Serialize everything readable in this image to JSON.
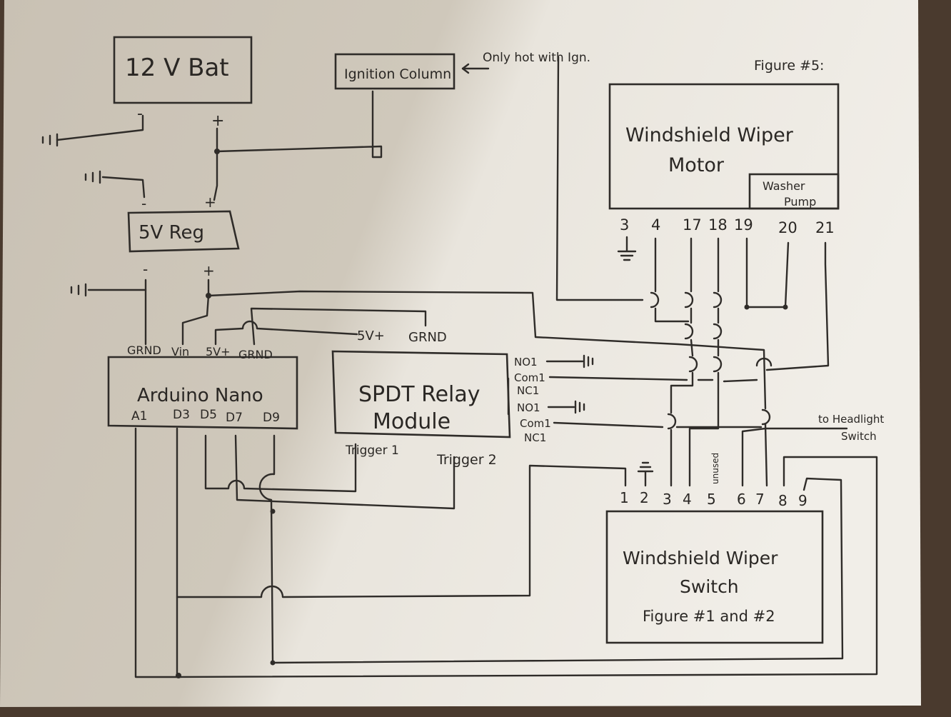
{
  "battery": {
    "label": "12 V Bat",
    "neg": "-",
    "pos": "+"
  },
  "ignition": {
    "label": "Ignition Column",
    "note": "Only hot with Ign."
  },
  "figure": {
    "label": "Figure #5:"
  },
  "motor": {
    "label_line1": "Windshield Wiper",
    "label_line2": "Motor",
    "pump_line1": "Washer",
    "pump_line2": "Pump",
    "pins": [
      "3",
      "4",
      "17",
      "18",
      "19",
      "20",
      "21"
    ]
  },
  "regulator": {
    "label": "5V Reg",
    "neg_in": "-",
    "pos_in": "+",
    "neg_out": "-",
    "pos_out": "+"
  },
  "arduino": {
    "label": "Arduino Nano",
    "top_pins": [
      "GRND",
      "Vin",
      "5V+",
      "GRND"
    ],
    "bottom_pins": [
      "A1",
      "D3",
      "D5",
      "D7",
      "D9"
    ]
  },
  "relay_power": {
    "v5": "5V+",
    "grnd": "GRND"
  },
  "relay": {
    "label_line1": "SPDT Relay",
    "label_line2": "Module",
    "contacts": [
      "NO1",
      "Com1",
      "NC1",
      "NO1",
      "Com1",
      "NC1"
    ],
    "trigger1": "Trigger 1",
    "trigger2": "Trigger 2"
  },
  "wiper_switch": {
    "label_line1": "Windshield Wiper",
    "label_line2": "Switch",
    "label_line3": "Figure #1 and #2",
    "pins": [
      "1",
      "2",
      "3",
      "4",
      "5",
      "6",
      "7",
      "8",
      "9"
    ],
    "unused": "unused"
  },
  "headlight": {
    "line1": "to Headlight",
    "line2": "Switch"
  }
}
